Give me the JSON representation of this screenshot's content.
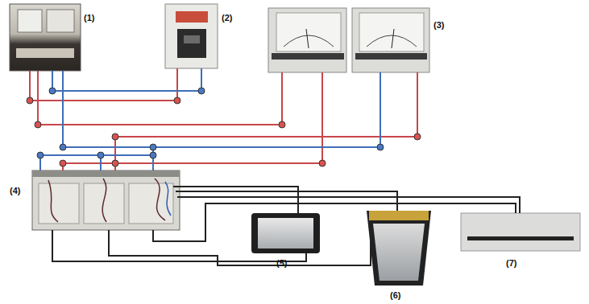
{
  "diagram": {
    "labels": [
      "(1)",
      "(2)",
      "(3)",
      "(4)",
      "(5)",
      "(6)",
      "(7)"
    ]
  }
}
